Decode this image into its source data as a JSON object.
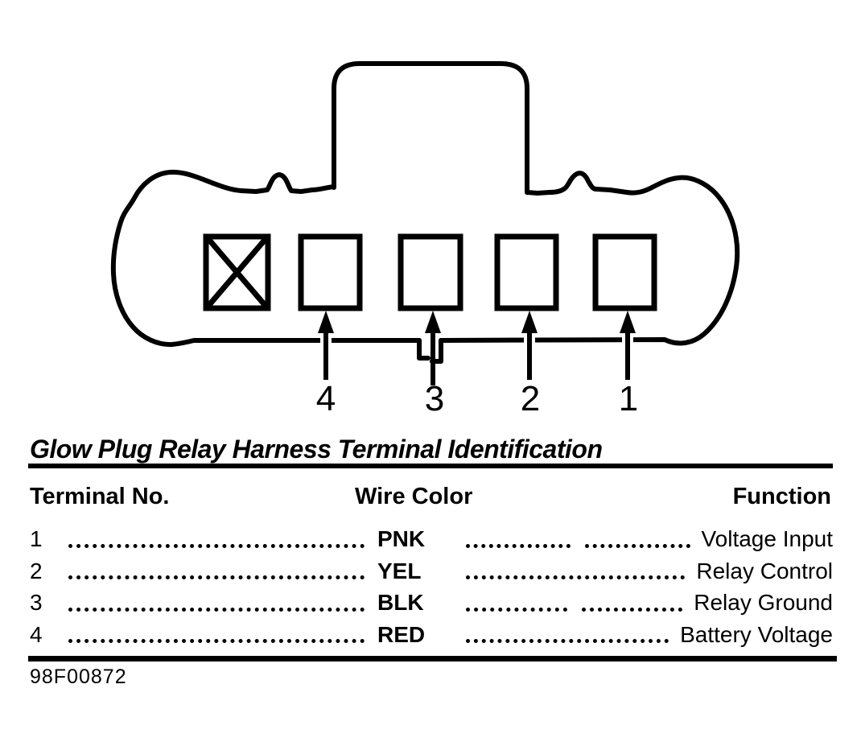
{
  "title": "Glow Plug Relay Harness Terminal Identification",
  "diagram": {
    "terminal_labels": [
      "4",
      "3",
      "2",
      "1"
    ],
    "blocked_cavity_mark": "X"
  },
  "table": {
    "headers": [
      "Terminal No.",
      "Wire Color",
      "Function"
    ],
    "rows": [
      {
        "terminal": "1",
        "wire_color": "PNK",
        "function": "Voltage Input"
      },
      {
        "terminal": "2",
        "wire_color": "YEL",
        "function": "Relay Control"
      },
      {
        "terminal": "3",
        "wire_color": "BLK",
        "function": "Relay Ground"
      },
      {
        "terminal": "4",
        "wire_color": "RED",
        "function": "Battery Voltage"
      }
    ]
  },
  "footer": {
    "figure_code": "98F00872"
  },
  "colors": {
    "ink": "#000000",
    "background": "#ffffff"
  }
}
